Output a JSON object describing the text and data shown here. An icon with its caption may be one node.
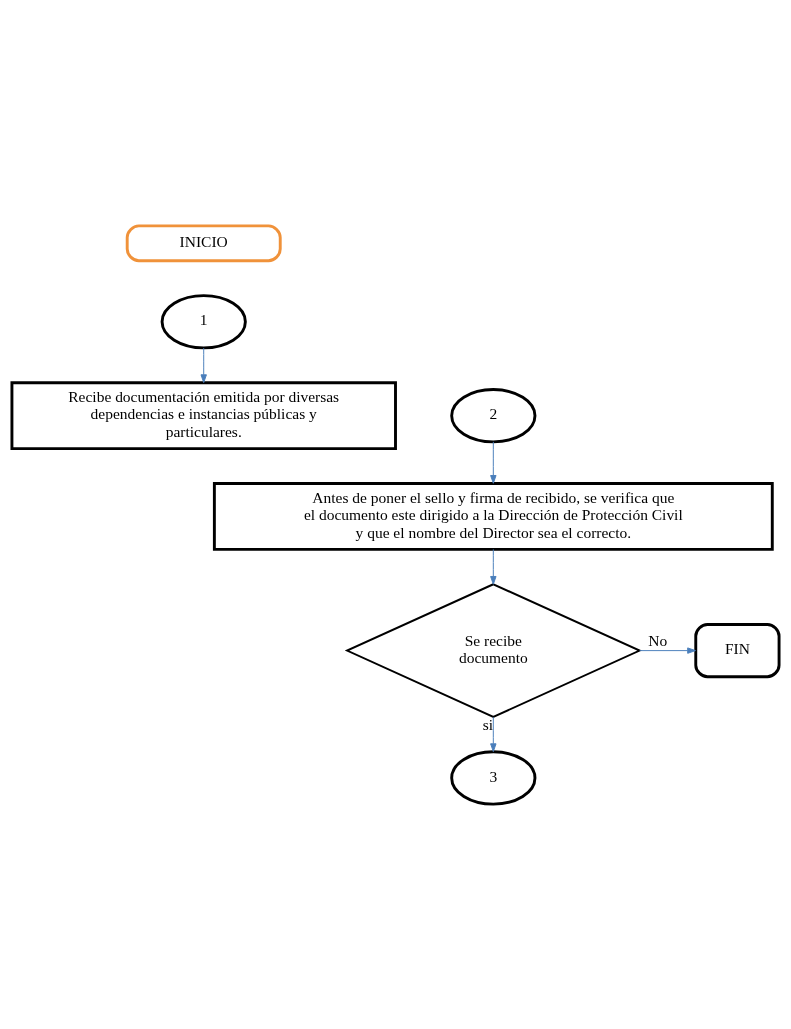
{
  "diagram": {
    "nodes": [
      {
        "text": [
          "INICIO"
        ]
      },
      {
        "text": [
          "1"
        ]
      },
      {
        "text": [
          "Recibe documentación emitida por diversas dependencias e instancias públicas y particulares."
        ]
      },
      {
        "text": [
          "2"
        ]
      },
      {
        "text": [
          "Antes de poner el sello y firma de recibido, se verifica que el documento este dirigido a la Dirección de Protección Civil y que el nombre del Director sea el correcto."
        ]
      },
      {
        "text": [
          "Se recibe documento"
        ]
      },
      {
        "text": [
          "FIN"
        ]
      },
      {
        "text": [
          "3"
        ]
      }
    ],
    "edges": [
      {
        "from": 1,
        "to": 2,
        "arrow": "to"
      },
      {
        "from": 3,
        "to": 4,
        "arrow": "to"
      },
      {
        "from": 4,
        "to": 5,
        "arrow": "to"
      },
      {
        "from": 5,
        "to": 6,
        "arrow": "to",
        "label": "No"
      },
      {
        "from": 5,
        "to": 7,
        "arrow": "to",
        "label": "si"
      }
    ]
  }
}
